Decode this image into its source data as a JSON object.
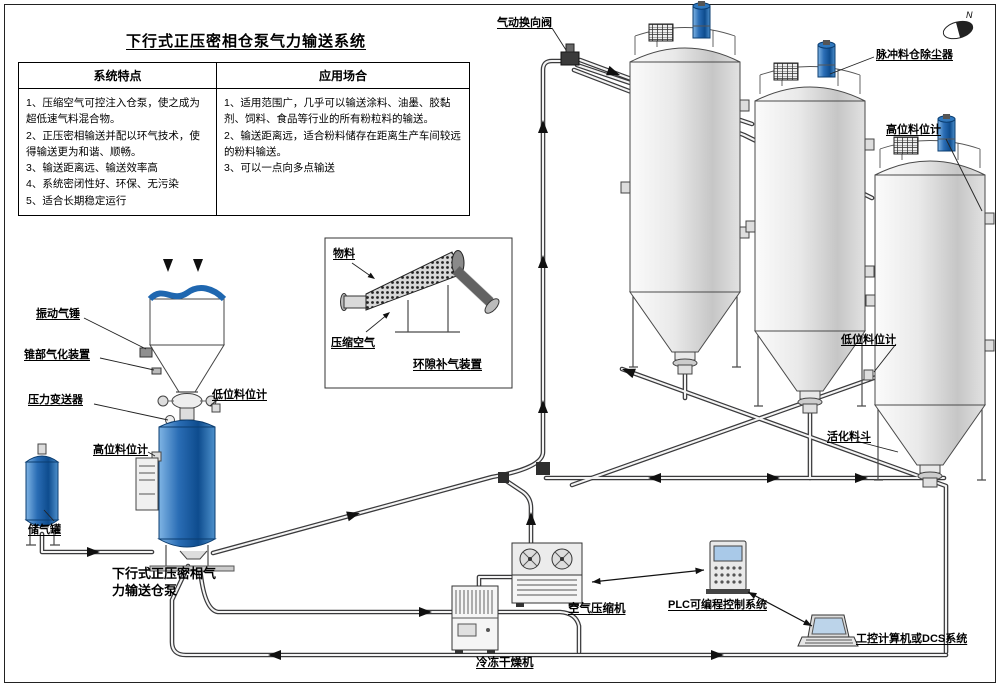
{
  "page": {
    "title": "下行式正压密相仓泵气力输送系统"
  },
  "table": {
    "header_features": "系统特点",
    "header_applications": "应用场合",
    "features": [
      "1、压缩空气可控注入仓泵，使之成为超低速气料混合物。",
      "2、正压密相输送并配以环气技术，使得输送更为和谐、顺畅。",
      "3、输送距离远、输送效率高",
      "4、系统密闭性好、环保、无污染",
      "5、适合长期稳定运行"
    ],
    "applications": [
      "1、适用范围广，几乎可以输送涂料、油墨、胶黏剂、饲料、食品等行业的所有粉粒料的输送。",
      "2、输送距离远，适合粉料储存在距离生产车间较远的粉料输送。",
      "3、可以一点向多点输送"
    ]
  },
  "labels": {
    "pneumatic_valve": "气动换向阀",
    "pulse_dust_collector": "脉冲料仓除尘器",
    "high_level_right": "高位料位计",
    "low_level_right": "低位料位计",
    "activation_hopper": "活化料斗",
    "vibrating_hammer": "振动气锤",
    "cone_gasification": "锥部气化装置",
    "pressure_transmitter": "压力变送器",
    "high_level_left": "高位料位计",
    "low_level_left": "低位料位计",
    "air_tank": "储气罐",
    "pump_caption_1": "下行式正压密相气",
    "pump_caption_2": "力输送仓泵",
    "material": "物料",
    "compressed_air": "压缩空气",
    "annular_device": "环隙补气装置",
    "air_compressor": "空气压缩机",
    "freeze_dryer": "冷冻干燥机",
    "plc": "PLC可编程控制系统",
    "computer": "工控计算机或DCS系统",
    "compass_n": "N"
  }
}
